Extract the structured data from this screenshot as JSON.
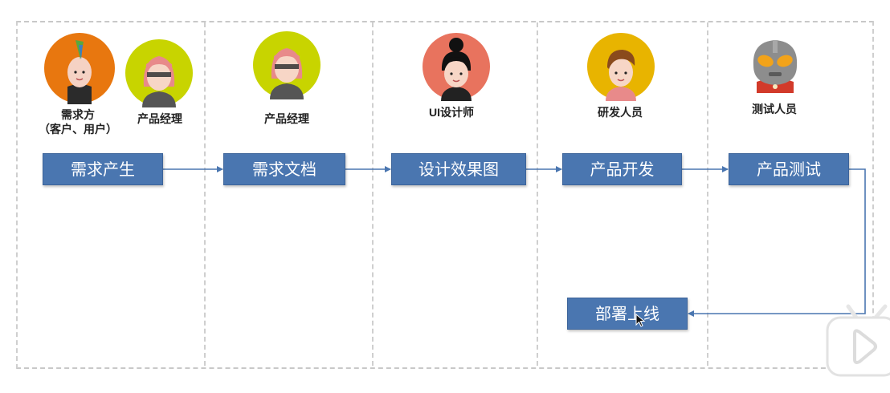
{
  "roles": {
    "client": {
      "line1": "需求方",
      "line2": "（客户、用户）"
    },
    "pm1": "产品经理",
    "pm2": "产品经理",
    "designer": "UI设计师",
    "developer": "研发人员",
    "tester": "测试人员"
  },
  "steps": {
    "demand": "需求产生",
    "document": "需求文档",
    "design": "设计效果图",
    "develop": "产品开发",
    "test": "产品测试",
    "deploy": "部署上线"
  },
  "colors": {
    "box_fill": "#4a76b0",
    "arrow": "#4a76b0",
    "client_avatar_bg": "#e8770f",
    "pm_avatar_bg": "#c8d400",
    "designer_avatar_bg": "#e8735e",
    "developer_avatar_bg": "#e8b400",
    "tester_avatar_bg": "#e8e0c8"
  },
  "icons": [
    "client-avatar-icon",
    "pm-avatar-icon",
    "designer-avatar-icon",
    "developer-avatar-icon",
    "robot-avatar-icon",
    "video-play-icon",
    "mouse-cursor-icon"
  ]
}
